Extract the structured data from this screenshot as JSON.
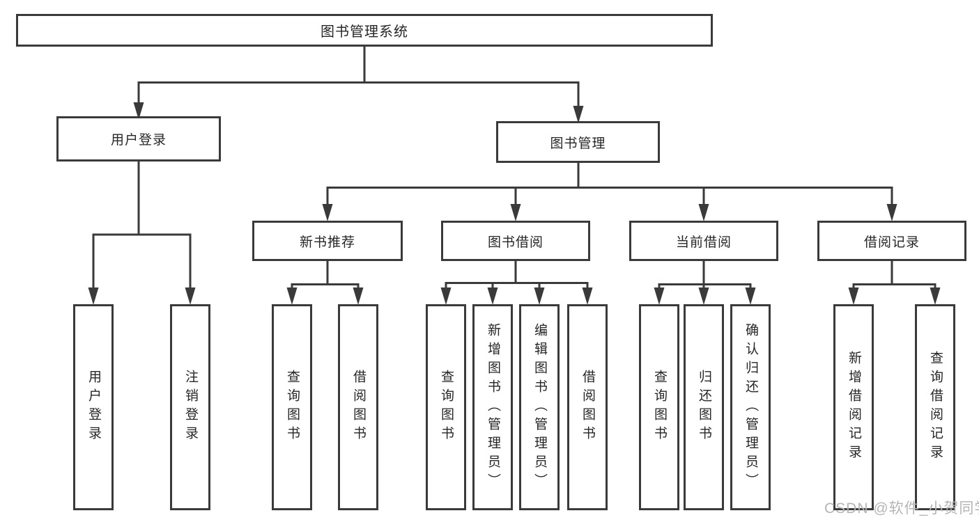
{
  "tree": {
    "label": "图书管理系统",
    "children": [
      {
        "label": "用户登录",
        "children": [
          {
            "label": "用户登录"
          },
          {
            "label": "注销登录"
          }
        ]
      },
      {
        "label": "图书管理",
        "children": [
          {
            "label": "新书推荐",
            "children": [
              {
                "label": "查询图书"
              },
              {
                "label": "借阅图书"
              }
            ]
          },
          {
            "label": "图书借阅",
            "children": [
              {
                "label": "查询图书"
              },
              {
                "label": "新增图书（管理员）"
              },
              {
                "label": "编辑图书（管理员）"
              },
              {
                "label": "借阅图书"
              }
            ]
          },
          {
            "label": "当前借阅",
            "children": [
              {
                "label": "查询图书"
              },
              {
                "label": "归还图书"
              },
              {
                "label": "确认归还（管理员）"
              }
            ]
          },
          {
            "label": "借阅记录",
            "children": [
              {
                "label": "新增借阅记录"
              },
              {
                "label": "查询借阅记录"
              }
            ]
          }
        ]
      }
    ]
  },
  "watermark": "CSDN @软件_小贺同学",
  "colors": {
    "line": "#3a3a3a",
    "text": "#262626",
    "watermark": "#b5b5b5",
    "background": "#ffffff"
  }
}
